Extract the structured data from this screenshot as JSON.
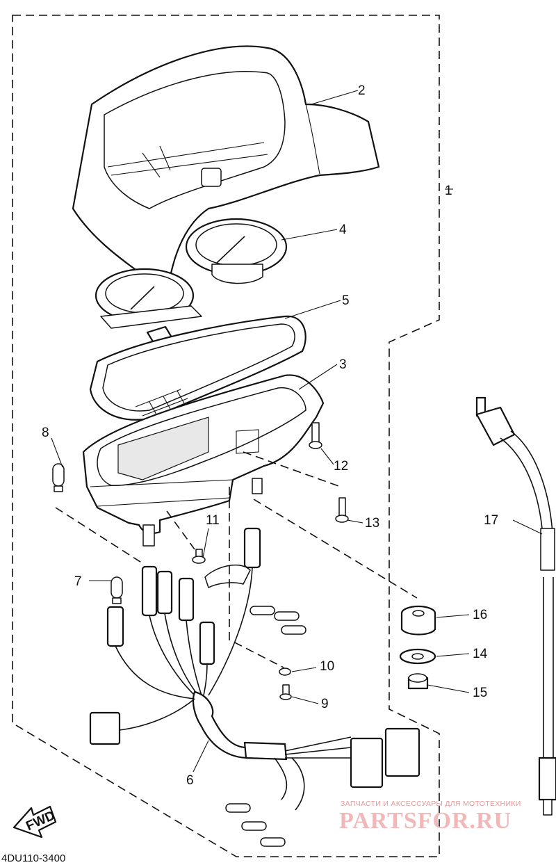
{
  "diagram": {
    "callouts": [
      {
        "id": "1",
        "text": "1"
      },
      {
        "id": "2",
        "text": "2"
      },
      {
        "id": "3",
        "text": "3"
      },
      {
        "id": "4",
        "text": "4"
      },
      {
        "id": "5",
        "text": "5"
      },
      {
        "id": "6",
        "text": "6"
      },
      {
        "id": "7",
        "text": "7"
      },
      {
        "id": "8",
        "text": "8"
      },
      {
        "id": "9",
        "text": "9"
      },
      {
        "id": "10",
        "text": "10"
      },
      {
        "id": "11",
        "text": "11"
      },
      {
        "id": "12",
        "text": "12"
      },
      {
        "id": "13",
        "text": "13"
      },
      {
        "id": "14",
        "text": "14"
      },
      {
        "id": "15",
        "text": "15"
      },
      {
        "id": "16",
        "text": "16"
      },
      {
        "id": "17",
        "text": "17"
      }
    ],
    "direction_arrow": "FWD",
    "diagram_code": "4DU110-3400"
  },
  "watermark": {
    "tagline": "ЗАПЧАСТИ И АКСЕССУАРЫ ДЛЯ МОТОТЕХНИКИ",
    "logo": "PARTSFOR.RU"
  }
}
